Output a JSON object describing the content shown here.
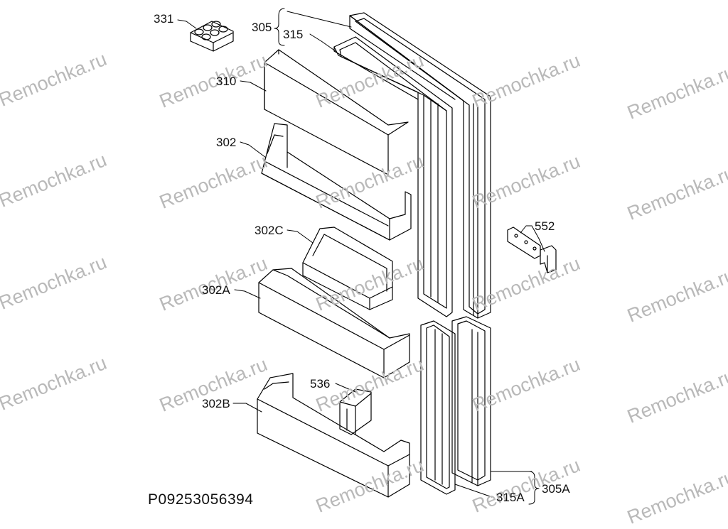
{
  "labels": {
    "l331": "331",
    "l305": "305",
    "l315": "315",
    "l310": "310",
    "l302": "302",
    "l302c": "302C",
    "l302a": "302A",
    "l302b": "302B",
    "l536": "536",
    "l552": "552",
    "l315a": "315A",
    "l305a": "305A"
  },
  "drawing_code": "P09253056394",
  "watermark": "Remochka.ru"
}
